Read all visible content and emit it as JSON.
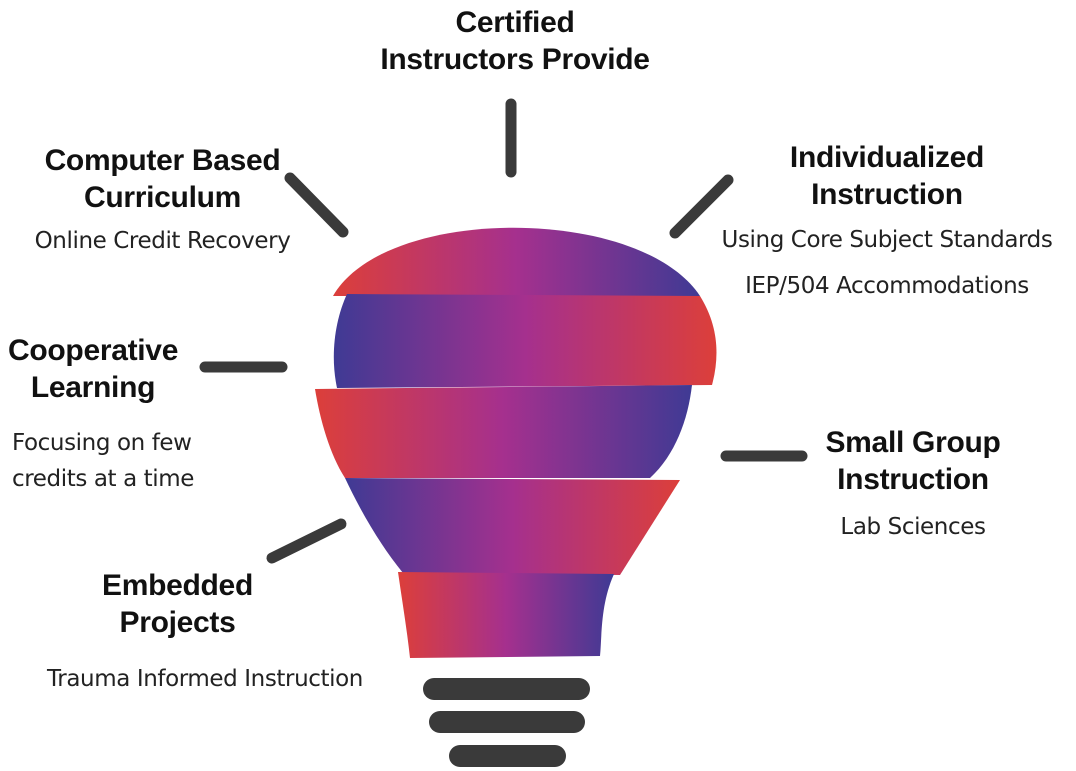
{
  "colors": {
    "ray": "#3a3a3a",
    "gradient_left": "#dc3f3a",
    "gradient_mid": "#a5308e",
    "gradient_right": "#3f3a94",
    "base": "#3a3a3a"
  },
  "items": {
    "certified": {
      "title": [
        "Certified",
        "Instructors Provide"
      ],
      "subs": []
    },
    "computer": {
      "title": [
        "Computer Based",
        "Curriculum"
      ],
      "subs": [
        "Online Credit Recovery"
      ]
    },
    "individualized": {
      "title": [
        "Individualized",
        "Instruction"
      ],
      "subs": [
        "Using Core Subject Standards",
        "IEP/504 Accommodations"
      ]
    },
    "cooperative": {
      "title": [
        "Cooperative",
        "Learning"
      ],
      "subs": [
        "Focusing on few",
        "credits at a time"
      ]
    },
    "small_group": {
      "title": [
        "Small Group",
        "Instruction"
      ],
      "subs": [
        "Lab Sciences"
      ]
    },
    "embedded": {
      "title": [
        "Embedded",
        "Projects"
      ],
      "subs": [
        "Trauma Informed Instruction"
      ]
    }
  }
}
